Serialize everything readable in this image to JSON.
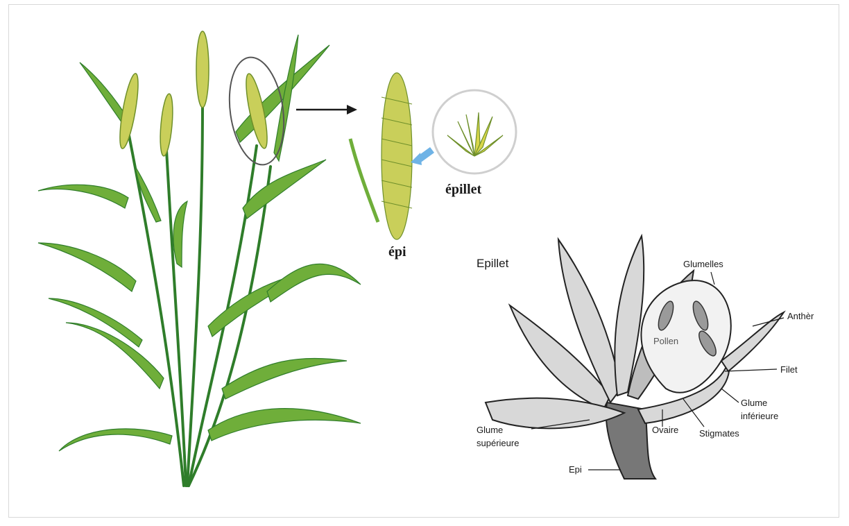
{
  "labels": {
    "epi_main": "épi",
    "epillet_main": "épillet",
    "section_title": "Epillet",
    "glumelles": "Glumelles",
    "anther": "Anthèr",
    "pollen": "Pollen",
    "filet": "Filet",
    "glume_inferieure_1": "Glume",
    "glume_inferieure_2": "inférieure",
    "glume_superieure_1": "Glume",
    "glume_superieure_2": "supérieure",
    "ovaire": "Ovaire",
    "stigmates": "Stigmates",
    "epi_lower": "Epi"
  },
  "colors": {
    "leaf_dark": "#2f7d2a",
    "leaf_light": "#8cc63f",
    "ear": "#c9cf5a",
    "ear_dark": "#6e8f2a",
    "ink": "#1a1a1a",
    "blue_arrow": "#6fb3e6"
  }
}
